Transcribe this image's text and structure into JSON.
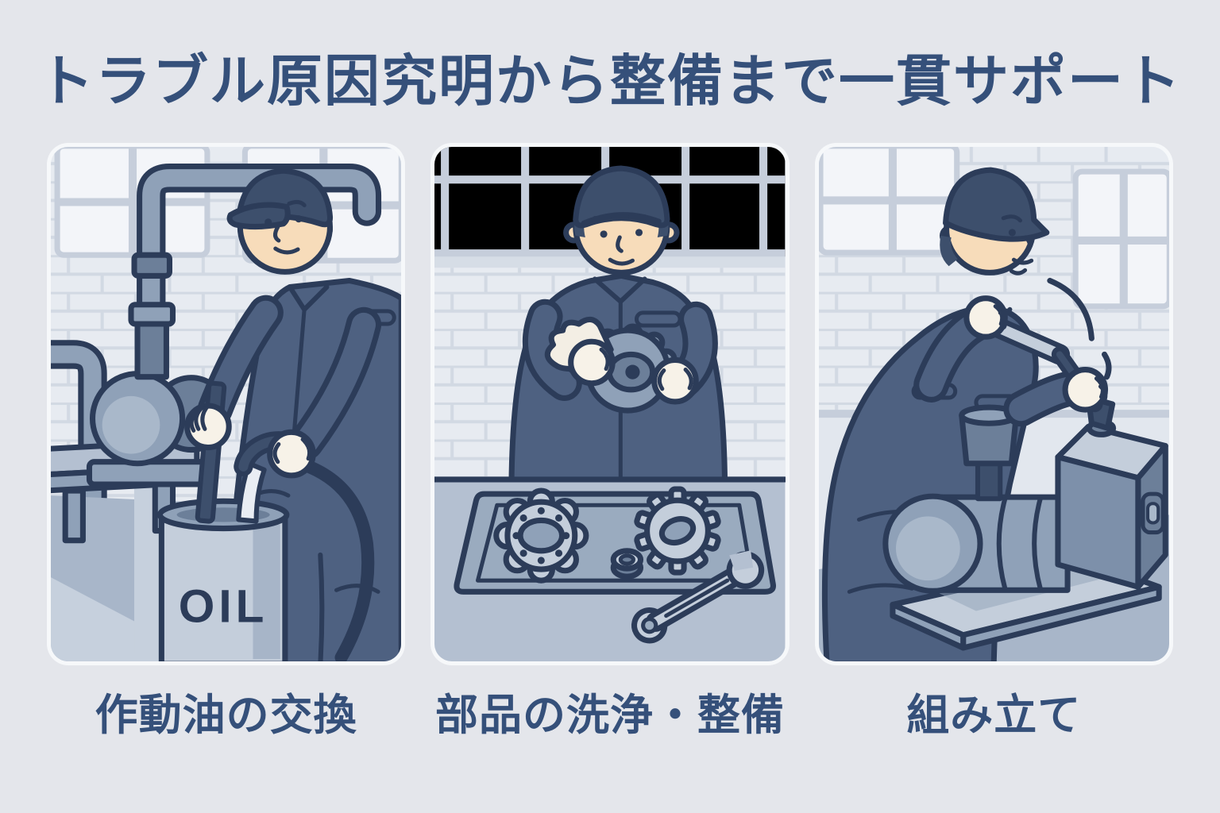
{
  "title": "トラブル原因究明から整備まで一貫サポート",
  "panels": [
    {
      "caption": "作動油の交換",
      "drum_label": "OIL"
    },
    {
      "caption": "部品の洗浄・整備"
    },
    {
      "caption": "組み立て"
    }
  ],
  "colors": {
    "page_bg": "#e4e6eb",
    "title_text": "#35507a",
    "outline": "#2c3c59",
    "coverall": "#4e6181",
    "cap": "#3d4f6c",
    "skin": "#f7dcba",
    "glove": "#f7f2e8",
    "cloth": "#f3eee4",
    "metal_light": "#c4cedb",
    "metal_mid": "#8fa1b8",
    "metal_dark": "#6c7f99",
    "metal_hi": "#a9b8ca",
    "metal_box": "#7d90aa",
    "stream": "#e9edf3",
    "wall": "#e7ebf1",
    "wall2": "#e2e7ee",
    "brick_line": "#d2d9e3",
    "window": "#f3f5f9",
    "mullion": "#c6cedb",
    "sill": "#d6dde6",
    "floor": "#a8b6c9",
    "floor_light": "#c6d0dd",
    "table": "#b4c0d1",
    "tray": "#9aabbf"
  }
}
